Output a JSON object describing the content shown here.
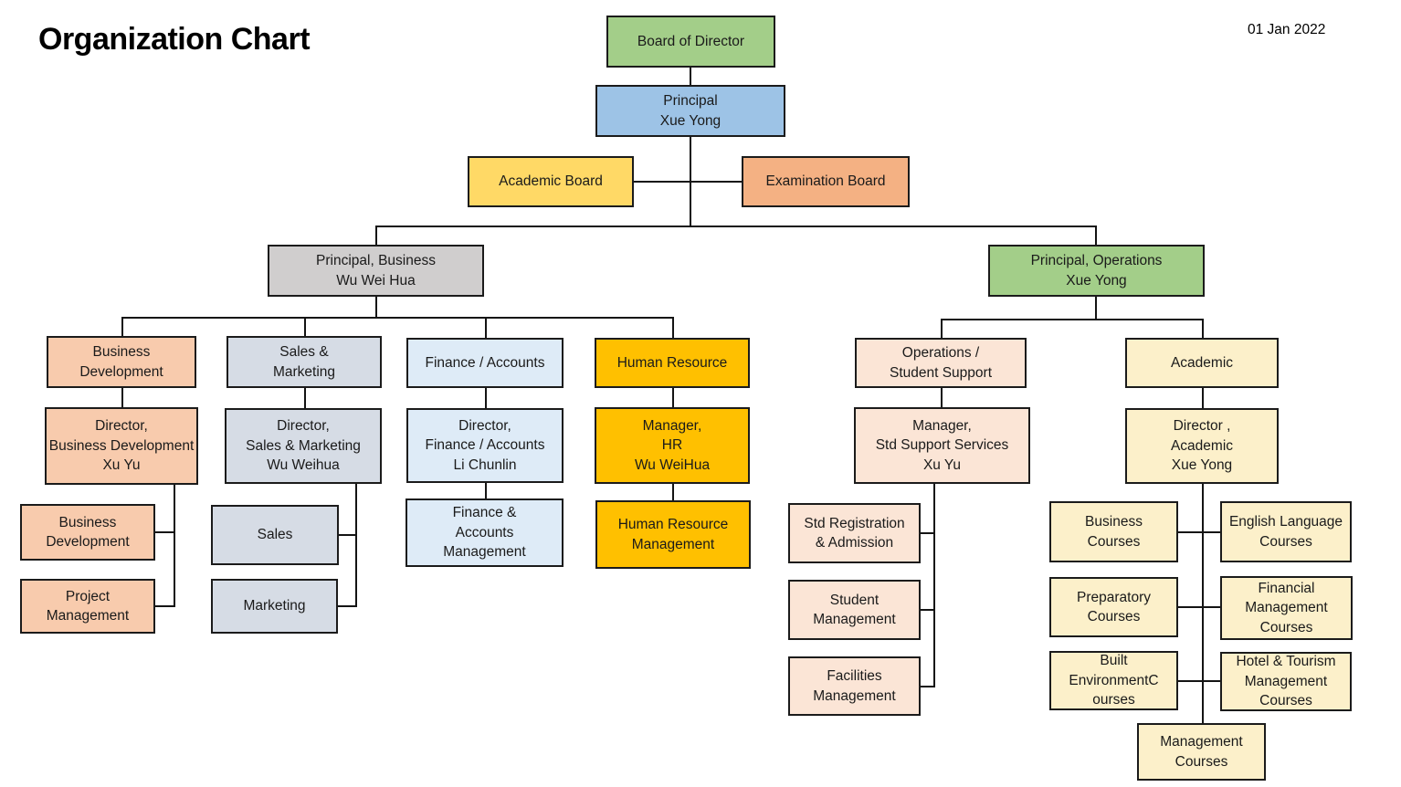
{
  "title": "Organization Chart",
  "date": "01 Jan 2022",
  "palette": {
    "green": "#A3CE89",
    "blue": "#9DC3E6",
    "yellow": "#FFD966",
    "orange": "#F4B183",
    "gray": "#D0CECE",
    "peach": "#F8CBAD",
    "bluegray": "#D6DCE5",
    "lightblue": "#DEEBF7",
    "gold": "#FFC000",
    "pink": "#FBE5D6",
    "cream": "#FCF0CA",
    "line": "#141414"
  },
  "nodes": {
    "board_of_director": {
      "label": "Board of Director"
    },
    "principal": {
      "label": "Principal\nXue Yong"
    },
    "academic_board": {
      "label": "Academic Board"
    },
    "examination_board": {
      "label": "Examination Board"
    },
    "principal_business": {
      "label": "Principal, Business\nWu Wei Hua"
    },
    "principal_operations": {
      "label": "Principal, Operations\nXue Yong"
    },
    "business_development": {
      "label": "Business\nDevelopment"
    },
    "director_business_development": {
      "label": "Director,\nBusiness Development\nXu Yu"
    },
    "business_development_unit": {
      "label": "Business\nDevelopment"
    },
    "project_management": {
      "label": "Project\nManagement"
    },
    "sales_marketing": {
      "label": "Sales &\nMarketing"
    },
    "director_sales_marketing": {
      "label": "Director,\nSales & Marketing\nWu Weihua"
    },
    "sales": {
      "label": "Sales"
    },
    "marketing": {
      "label": "Marketing"
    },
    "finance_accounts": {
      "label": "Finance / Accounts"
    },
    "director_finance_accounts": {
      "label": "Director,\nFinance / Accounts\nLi Chunlin"
    },
    "finance_accounts_management": {
      "label": "Finance &\nAccounts\nManagement"
    },
    "human_resource": {
      "label": "Human Resource"
    },
    "manager_hr": {
      "label": "Manager,\nHR\nWu WeiHua"
    },
    "human_resource_management": {
      "label": "Human Resource\nManagement"
    },
    "operations_student_support": {
      "label": "Operations /\nStudent Support"
    },
    "manager_std_support_services": {
      "label": "Manager,\nStd Support Services\nXu Yu"
    },
    "std_registration_admission": {
      "label": "Std Registration\n& Admission"
    },
    "student_management": {
      "label": "Student\nManagement"
    },
    "facilities_management": {
      "label": "Facilities\nManagement"
    },
    "academic": {
      "label": "Academic"
    },
    "director_academic": {
      "label": "Director ,\nAcademic\nXue Yong"
    },
    "business_courses": {
      "label": "Business\nCourses"
    },
    "preparatory_courses": {
      "label": "Preparatory\nCourses"
    },
    "built_environment_courses": {
      "label": "Built\nEnvironmentC\nourses"
    },
    "english_language_courses": {
      "label": "English Language\nCourses"
    },
    "financial_management_courses": {
      "label": "Financial\nManagement\nCourses"
    },
    "hotel_tourism_management_courses": {
      "label": "Hotel & Tourism\nManagement\nCourses"
    },
    "management_courses": {
      "label": "Management\nCourses"
    }
  },
  "hierarchy": {
    "board_of_director": [
      "principal"
    ],
    "principal": [
      "academic_board",
      "examination_board",
      "principal_business",
      "principal_operations"
    ],
    "principal_business": [
      "business_development",
      "sales_marketing",
      "finance_accounts",
      "human_resource"
    ],
    "business_development": [
      "director_business_development"
    ],
    "director_business_development": [
      "business_development_unit",
      "project_management"
    ],
    "sales_marketing": [
      "director_sales_marketing"
    ],
    "director_sales_marketing": [
      "sales",
      "marketing"
    ],
    "finance_accounts": [
      "director_finance_accounts"
    ],
    "director_finance_accounts": [
      "finance_accounts_management"
    ],
    "human_resource": [
      "manager_hr"
    ],
    "manager_hr": [
      "human_resource_management"
    ],
    "principal_operations": [
      "operations_student_support",
      "academic"
    ],
    "operations_student_support": [
      "manager_std_support_services"
    ],
    "manager_std_support_services": [
      "std_registration_admission",
      "student_management",
      "facilities_management"
    ],
    "academic": [
      "director_academic"
    ],
    "director_academic": [
      "business_courses",
      "english_language_courses",
      "preparatory_courses",
      "financial_management_courses",
      "built_environment_courses",
      "hotel_tourism_management_courses",
      "management_courses"
    ]
  }
}
